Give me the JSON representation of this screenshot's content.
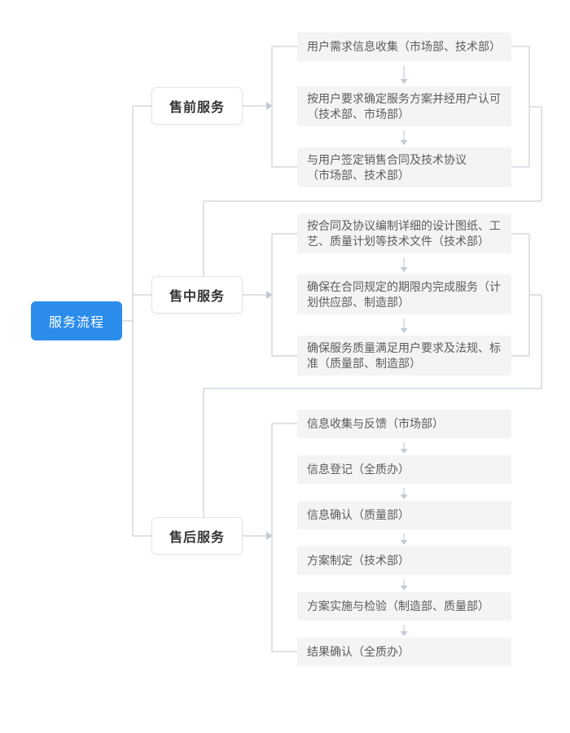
{
  "root": {
    "label": "服务流程"
  },
  "phases": [
    {
      "label": "售前服务",
      "steps": [
        "用户需求信息收集（市场部、技术部）",
        "按用户要求确定服务方案并经用户认可\n（技术部、市场部）",
        "与用户签定销售合同及技术协议\n（市场部、技术部）"
      ]
    },
    {
      "label": "售中服务",
      "steps": [
        "按合同及协议编制详细的设计图纸、工\n艺、质量计划等技术文件（技术部）",
        "确保在合同规定的期限内完成服务（计\n划供应部、制造部）",
        "确保服务质量满足用户要求及法规、标\n准（质量部、制造部）"
      ]
    },
    {
      "label": "售后服务",
      "steps": [
        "信息收集与反馈（市场部）",
        "信息登记（全质办）",
        "信息确认（质量部）",
        "方案制定（技术部）",
        "方案实施与检验（制造部、质量部）",
        "结果确认（全质办）"
      ]
    }
  ],
  "colors": {
    "accent": "#2b8ceb",
    "step_background": "#f4f4f5",
    "line": "#d3d9de",
    "arrowhead": "#c3cbd2"
  }
}
